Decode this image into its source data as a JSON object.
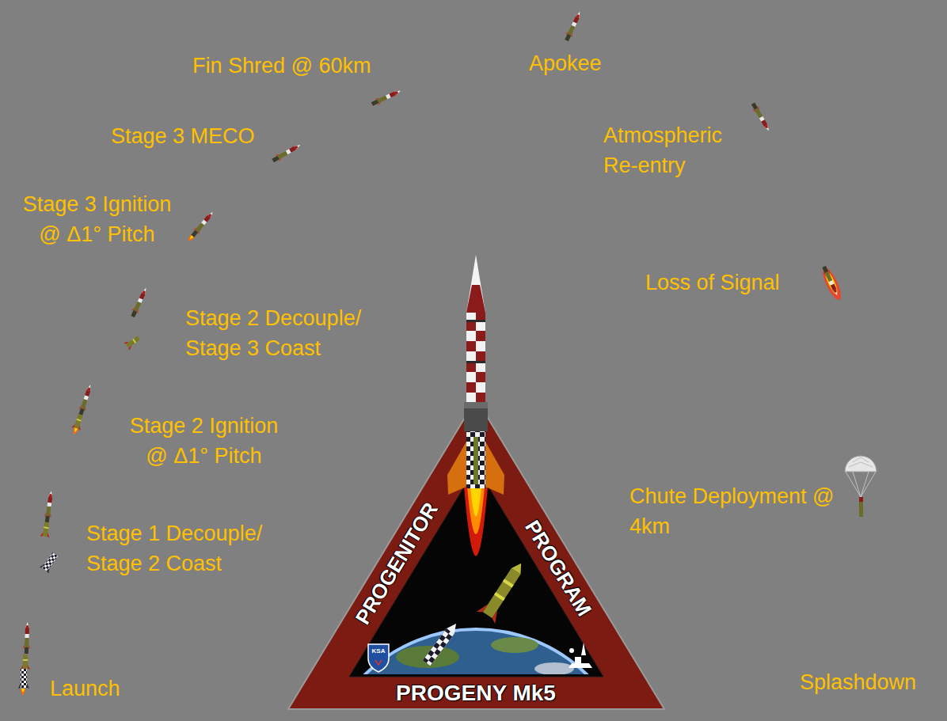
{
  "diagram": {
    "nodes": [
      {
        "text": [
          "PROGENITOR",
          "PROGRAM",
          "PROGENY Mk5"
        ]
      }
    ],
    "labels": [
      "Fin Shred @ 60km",
      "Apokee",
      "Stage 3 MECO",
      "Atmospheric Re-entry",
      "Stage 3 Ignition @ Δ1° Pitch",
      "Loss of Signal",
      "Stage 2 Decouple/ Stage 3 Coast",
      "Stage 2 Ignition @ Δ1° Pitch",
      "Chute Deployment @ 4km",
      "Stage 1 Decouple/ Stage 2 Coast",
      "Launch",
      "Splashdown",
      "KSA"
    ]
  }
}
